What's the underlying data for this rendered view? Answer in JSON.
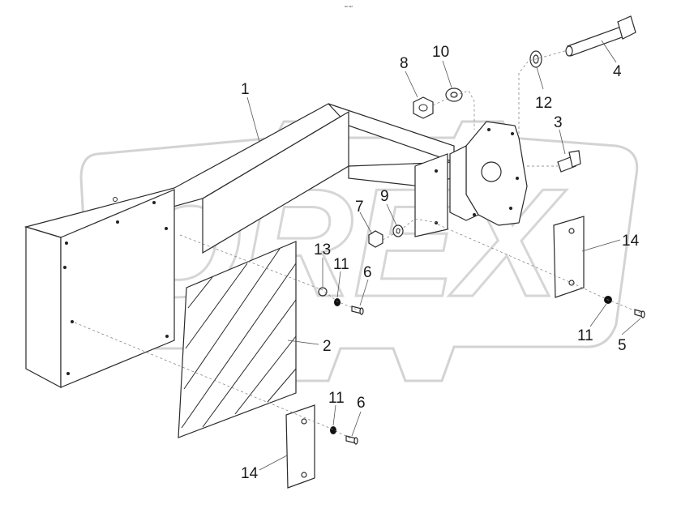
{
  "diagram": {
    "watermark": "OREX",
    "header_mark": "ᵃᵘ ˢᵉʳ",
    "callouts": [
      {
        "id": "c1",
        "text": "1"
      },
      {
        "id": "c2",
        "text": "2"
      },
      {
        "id": "c3",
        "text": "3"
      },
      {
        "id": "c4",
        "text": "4"
      },
      {
        "id": "c5",
        "text": "5"
      },
      {
        "id": "c6a",
        "text": "6"
      },
      {
        "id": "c6b",
        "text": "6"
      },
      {
        "id": "c7",
        "text": "7"
      },
      {
        "id": "c8",
        "text": "8"
      },
      {
        "id": "c9",
        "text": "9"
      },
      {
        "id": "c10",
        "text": "10"
      },
      {
        "id": "c11a",
        "text": "11"
      },
      {
        "id": "c11b",
        "text": "11"
      },
      {
        "id": "c11c",
        "text": "11"
      },
      {
        "id": "c12",
        "text": "12"
      },
      {
        "id": "c13",
        "text": "13"
      },
      {
        "id": "c14a",
        "text": "14"
      },
      {
        "id": "c14b",
        "text": "14"
      }
    ]
  }
}
